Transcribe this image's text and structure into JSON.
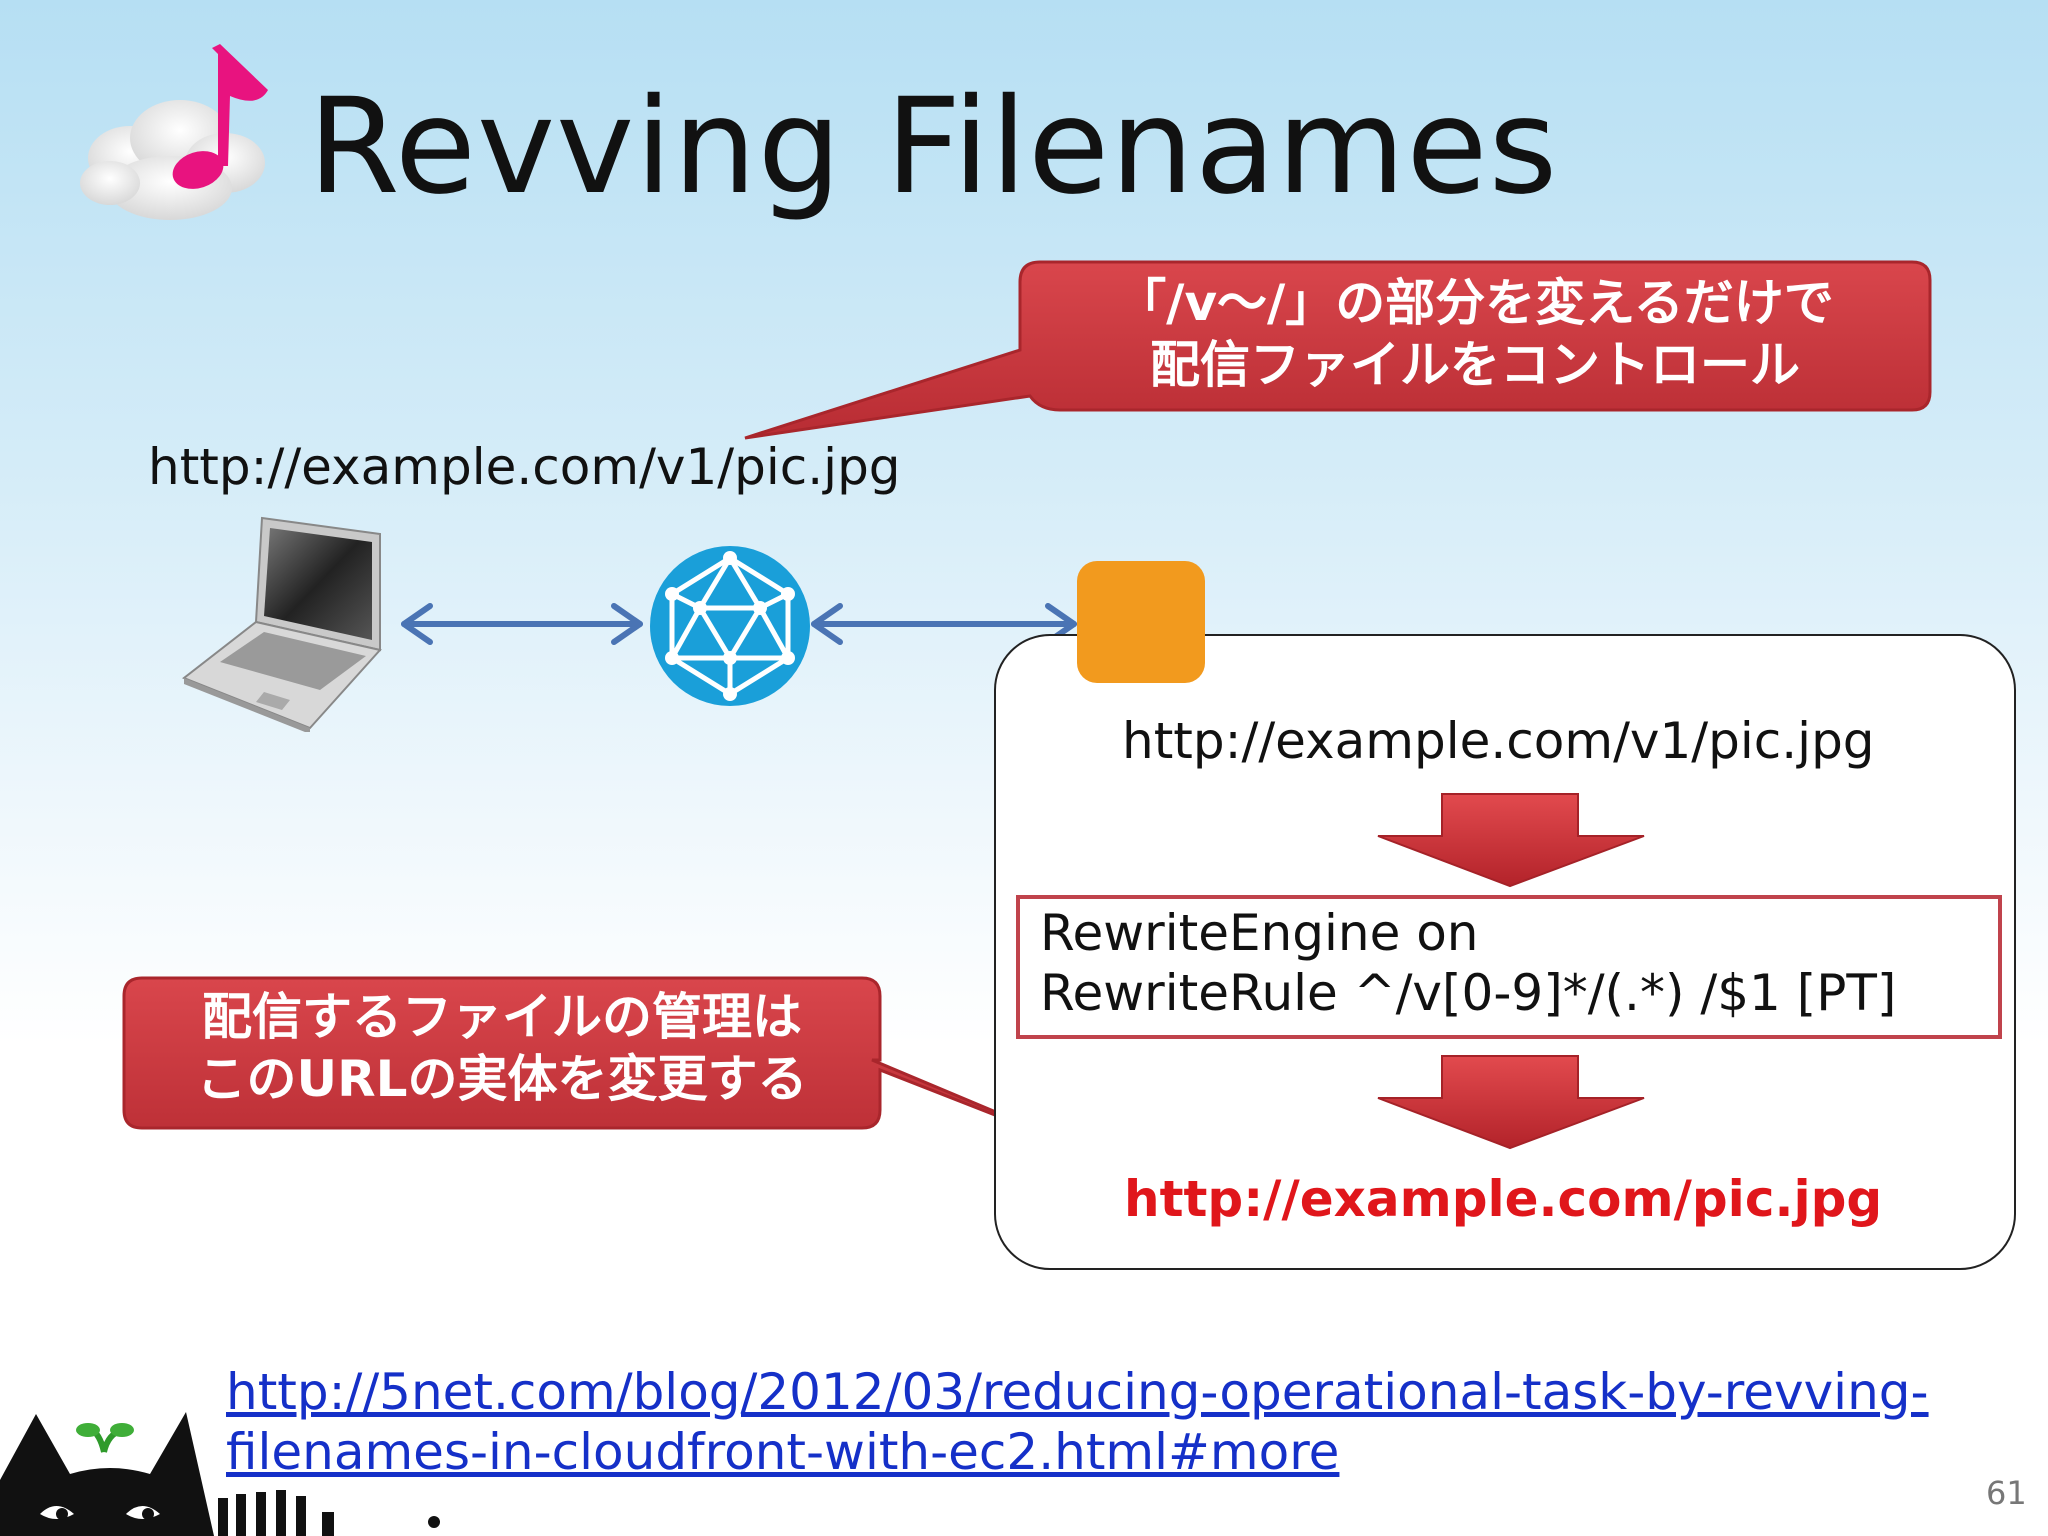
{
  "slide": {
    "title": "Revving Filenames",
    "page_number": "61"
  },
  "client": {
    "url": "http://example.com/v1/pic.jpg"
  },
  "callout_top": {
    "line1": "「/v〜/」の部分を変えるだけで",
    "line2": "配信ファイルをコントロール"
  },
  "callout_bottom": {
    "line1": "配信するファイルの管理は",
    "line2": "このURLの実体を変更する"
  },
  "server": {
    "incoming_url": "http://example.com/v1/pic.jpg",
    "rewrite_line1": "RewriteEngine on",
    "rewrite_line2": "RewriteRule ^/v[0-9]*/(.*) /$1 [PT]",
    "result_url": "http://example.com/pic.jpg"
  },
  "reference": {
    "line1": "http://5net.com/blog/2012/03/reducing-operational-task-by-revving-",
    "line2": "filenames-in-cloudfront-with-ec2.html#more"
  },
  "colors": {
    "callout_red": "#c8383f",
    "result_red": "#e0161b",
    "link_blue": "#1530c8",
    "node_orange": "#f29a1e",
    "globe_blue": "#1a9fd9",
    "arrow_blue": "#4a74b4"
  },
  "icons": {
    "logo": "music-note-cloud-icon",
    "client": "laptop-icon",
    "network": "globe-network-icon",
    "server": "server-node-icon",
    "mascot": "black-cat-mascot-icon"
  }
}
